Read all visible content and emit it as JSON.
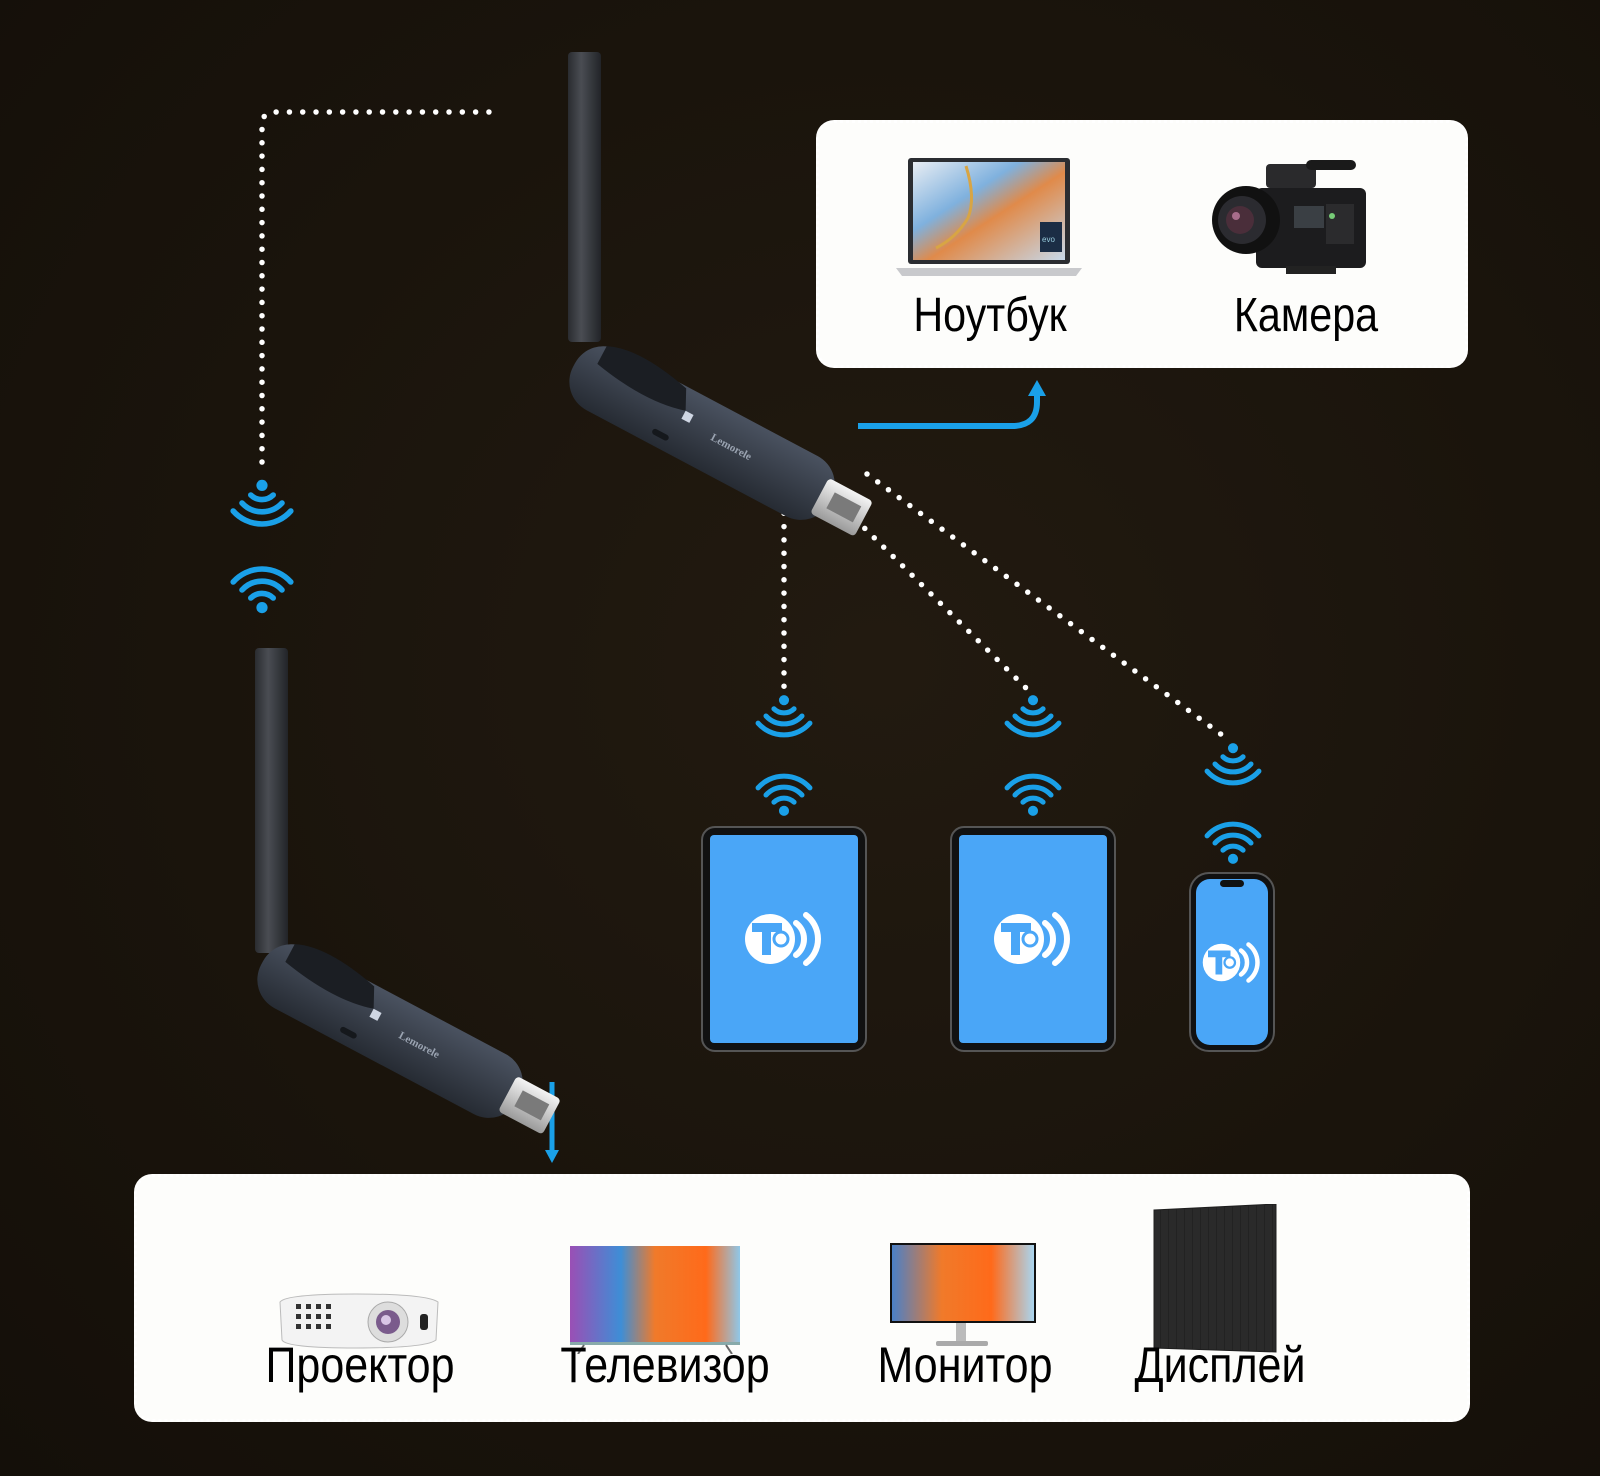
{
  "colors": {
    "background": "#1a140c",
    "accent_blue": "#1aa0e8",
    "screen_blue": "#4aa6f7",
    "card_white": "#fdfdfb",
    "dots": "#ffffff"
  },
  "source_panel": {
    "items": [
      {
        "label": "Ноутбук",
        "icon": "laptop-icon"
      },
      {
        "label": "Камера",
        "icon": "camera-icon"
      }
    ]
  },
  "display_panel": {
    "items": [
      {
        "label": "Проектор",
        "icon": "projector-icon"
      },
      {
        "label": "Телевизор",
        "icon": "tv-icon"
      },
      {
        "label": "Монитор",
        "icon": "monitor-icon"
      },
      {
        "label": "Дисплей",
        "icon": "display-panel-icon"
      }
    ]
  },
  "transmitter": {
    "brand": "Lemorele",
    "icon": "hdmi-transmitter-icon"
  },
  "receiver": {
    "brand": "Lemorele",
    "icon": "hdmi-receiver-icon"
  },
  "mobile_devices": [
    {
      "type": "tablet",
      "app_icon": "to-cast-app-icon"
    },
    {
      "type": "tablet",
      "app_icon": "to-cast-app-icon"
    },
    {
      "type": "phone",
      "app_icon": "to-cast-app-icon"
    }
  ],
  "app_logo": {
    "letter": "T"
  }
}
